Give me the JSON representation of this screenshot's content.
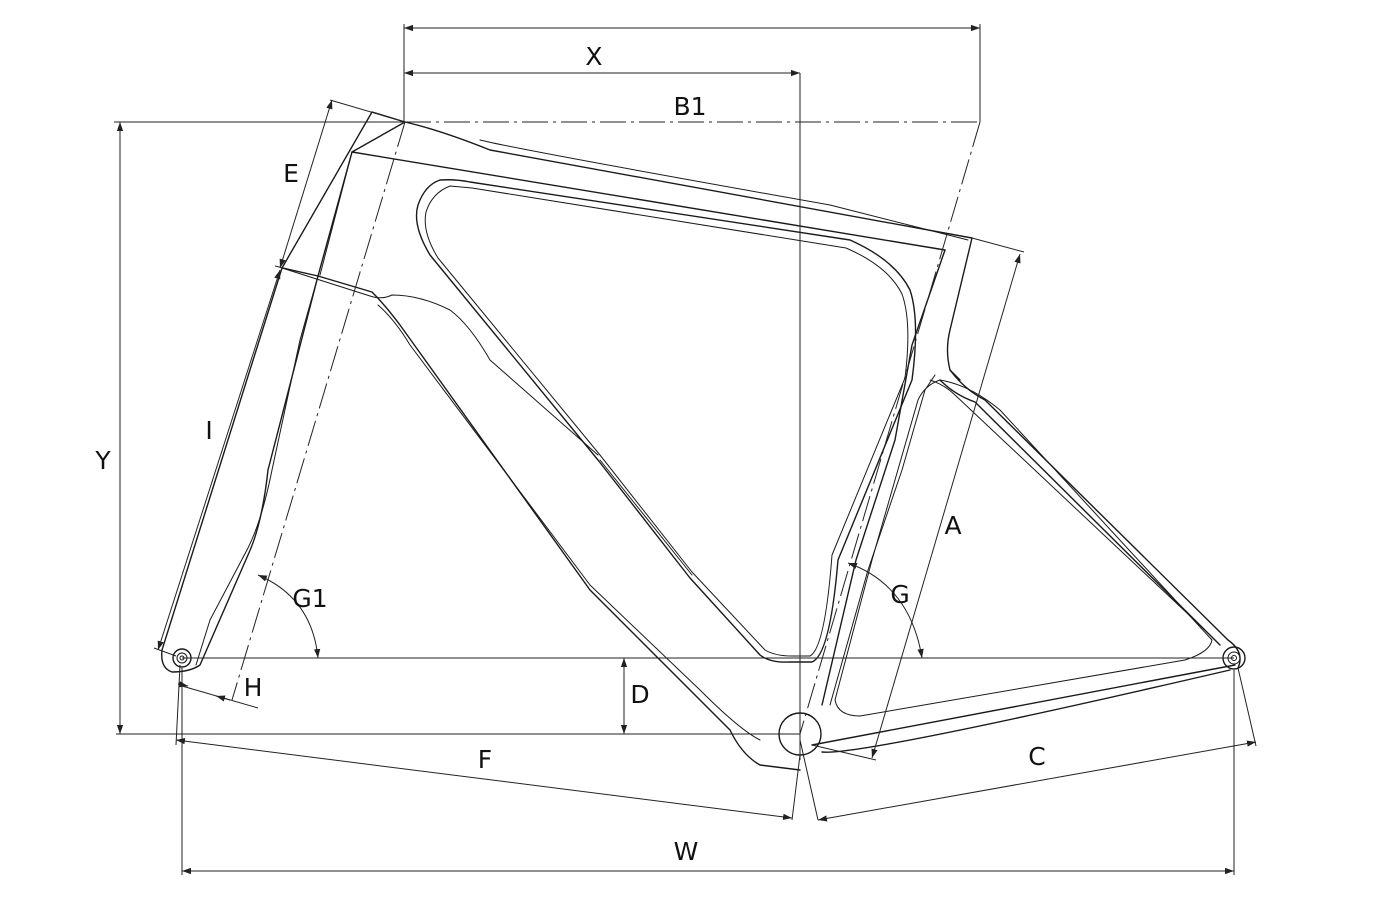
{
  "diagram": {
    "labels": {
      "x": "X",
      "b1": "B1",
      "e": "E",
      "y": "Y",
      "i": "I",
      "g1": "G1",
      "h": "H",
      "d": "D",
      "f": "F",
      "w": "W",
      "a": "A",
      "g": "G",
      "c": "C"
    },
    "colors": {
      "line": "#1a1a1a",
      "background": "#ffffff"
    }
  }
}
